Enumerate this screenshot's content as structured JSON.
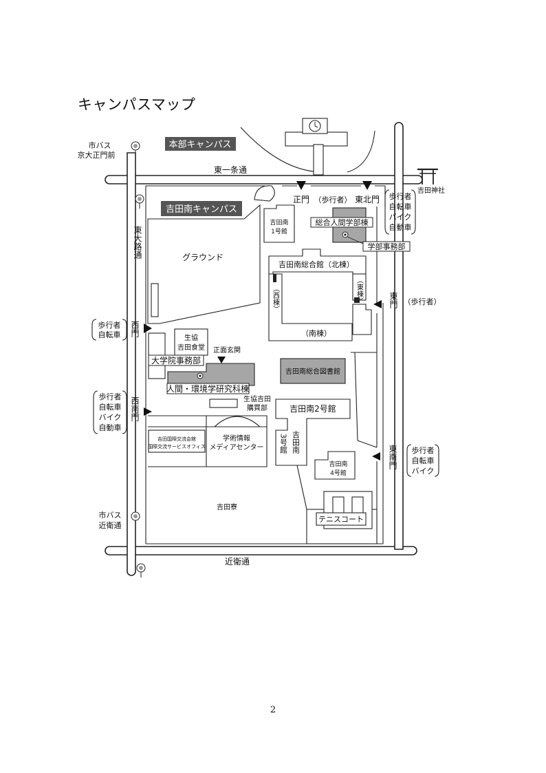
{
  "page_title": "キャンパスマップ",
  "page_number": "2",
  "campus_labels": {
    "honbu": "本部キャンパス",
    "yoshida_south": "吉田南キャンパス"
  },
  "roads": {
    "higashi_ichijo": "東一条通",
    "higashi_oji": "東大路通",
    "konoe": "近衛通"
  },
  "bus_stops": {
    "north_line1": "市バス",
    "north_line2": "京大正門前",
    "south_line1": "市バス",
    "south_line2": "近衛通"
  },
  "shrine": "吉田神社",
  "gates": {
    "seimon": "正門",
    "pedestrian": "（歩行者）",
    "touhoku": "東北門",
    "higashi": "東門",
    "higashi_note": "（歩行者）",
    "nishi": "西門",
    "seinan": "西南門",
    "higashi_nan": "東南門",
    "front_entrance": "正面玄関"
  },
  "access_notes": {
    "top_right": [
      "歩行者",
      "自転車",
      "バイク",
      "自動車"
    ],
    "west": [
      "歩行者",
      "自転車"
    ],
    "southwest": [
      "歩行者",
      "自転車",
      "バイク",
      "自動車"
    ],
    "southeast": [
      "歩行者",
      "自転車",
      "バイク"
    ]
  },
  "buildings": {
    "yoshida_south_1_line1": "吉田南",
    "yoshida_south_1_line2": "1号館",
    "faculty_human": "総合人間学部棟",
    "faculty_office": "学部事務部",
    "ground": "グラウンド",
    "sougoukan_north": "吉田南総合館（北棟）",
    "east_wing": "（東棟）",
    "west_wing": "（西棟）",
    "south_wing": "（南棟）",
    "coop_line1": "生協",
    "coop_line2": "吉田食堂",
    "grad_office": "大学院事務部",
    "grad_school": "人間・環境学研究科棟",
    "library": "吉田南総合図書館",
    "coop_shop_line1": "生協吉田",
    "coop_shop_line2": "購買部",
    "yoshida_south_2": "吉田南2号館",
    "yoshida_south_3_a": "吉田南",
    "yoshida_south_3_b": "3号館",
    "intl_line1": "吉田国際交流会館",
    "intl_line2": "国際交流サービスオフィス",
    "media_line1": "学術情報",
    "media_line2": "メディアセンター",
    "yoshida_south_4_line1": "吉田南",
    "yoshida_south_4_line2": "4号館",
    "yoshida_dorm": "吉田寮",
    "tennis": "テニスコート"
  }
}
